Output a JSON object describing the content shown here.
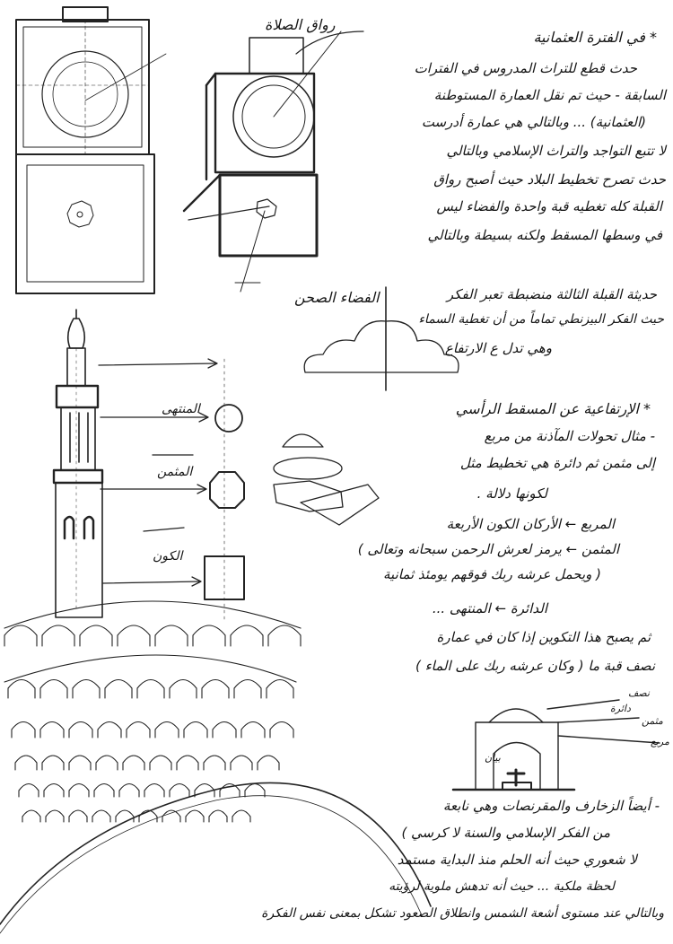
{
  "labels": {
    "prayer_hall": "رواق الصلاة",
    "courtyard": "الفضاء الصحن",
    "finial": "المنتهى",
    "octagon": "المثمن",
    "cube": "الكون",
    "half": "نصف",
    "circle": "دائرة",
    "octagon_small": "مثمن",
    "square": "مربع",
    "statement": "بيان"
  },
  "section1": {
    "title": "* في الفترة العثمانية",
    "lines": [
      "حدث قطع للتراث المدروس في الفترات",
      "السابقة - حيث تم نقل العمارة المستوطنة",
      "(العثمانية) ... وبالتالي هي عمارة أدرست",
      "لا تتبع التواجد والتراث الإسلامي وبالتالي",
      "حدث تصرح تخطيط البلاد حيث أصبح رواق",
      "القبلة كله تغطيه قبة واحدة والفضاء ليس",
      "في وسطها المسقط ولكنه بسيطة وبالتالي"
    ]
  },
  "section2": {
    "lines": [
      "حديثة القبلة الثالثة منضبطة تعبر الفكر",
      "حيث الفكر البيزنطي تماماً من أن تغطية السماء",
      "وهي تدل ع الارتفاع"
    ]
  },
  "section3": {
    "title": "* الإرتفاعية عن المسقط الرأسي",
    "lines": [
      "- مثال تحولات المآذنة من مربع",
      "إلى مثمن ثم دائرة هي تخطيط مثل",
      "لكونها دلالة .",
      "المربع ← الأركان الكون الأربعة",
      "المثمن ← يرمز لعرش الرحمن سبحانه وتعالى )",
      "( ويحمل عرشه ربك فوقهم يومئذ ثمانية",
      "الدائرة ← المنتهى ...",
      "ثم يصبح هذا التكوين إذا كان في عمارة",
      "نصف قبة ما ( وكان عرشه ربك على الماء )"
    ]
  },
  "section4": {
    "lines": [
      "- أيضاً الزخارف والمقرنصات وهي نابعة",
      "من الفكر الإسلامي والسنة لا كرسي )",
      "لا شعوري حيث أنه الحلم منذ البداية مستمد",
      "لحظة ملكية ... حيث أنه تدهش ملوية لرؤيته",
      "وبالتالي عند مستوى أشعة الشمس وانطلاق الصعود تشكل بمعنى نفس الفكرة"
    ]
  }
}
